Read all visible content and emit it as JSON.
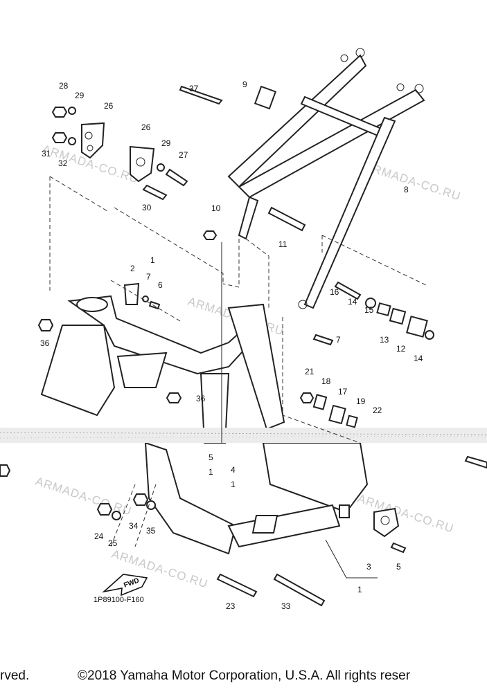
{
  "diagram": {
    "callouts": [
      "1",
      "2",
      "3",
      "4",
      "5",
      "6",
      "7",
      "8",
      "9",
      "10",
      "11",
      "12",
      "13",
      "14",
      "15",
      "16",
      "17",
      "18",
      "19",
      "21",
      "22",
      "23",
      "24",
      "25",
      "26",
      "27",
      "28",
      "29",
      "30",
      "31",
      "32",
      "33",
      "34",
      "35",
      "36",
      "37"
    ],
    "watermark": "ARMADA-CO.RU",
    "fwd_label": "FWD",
    "reference_code": "1P89100-F160"
  },
  "footer": {
    "left_fragment": "rved.",
    "copyright": "©2018 Yamaha Motor Corporation, U.S.A. All rights reser"
  }
}
